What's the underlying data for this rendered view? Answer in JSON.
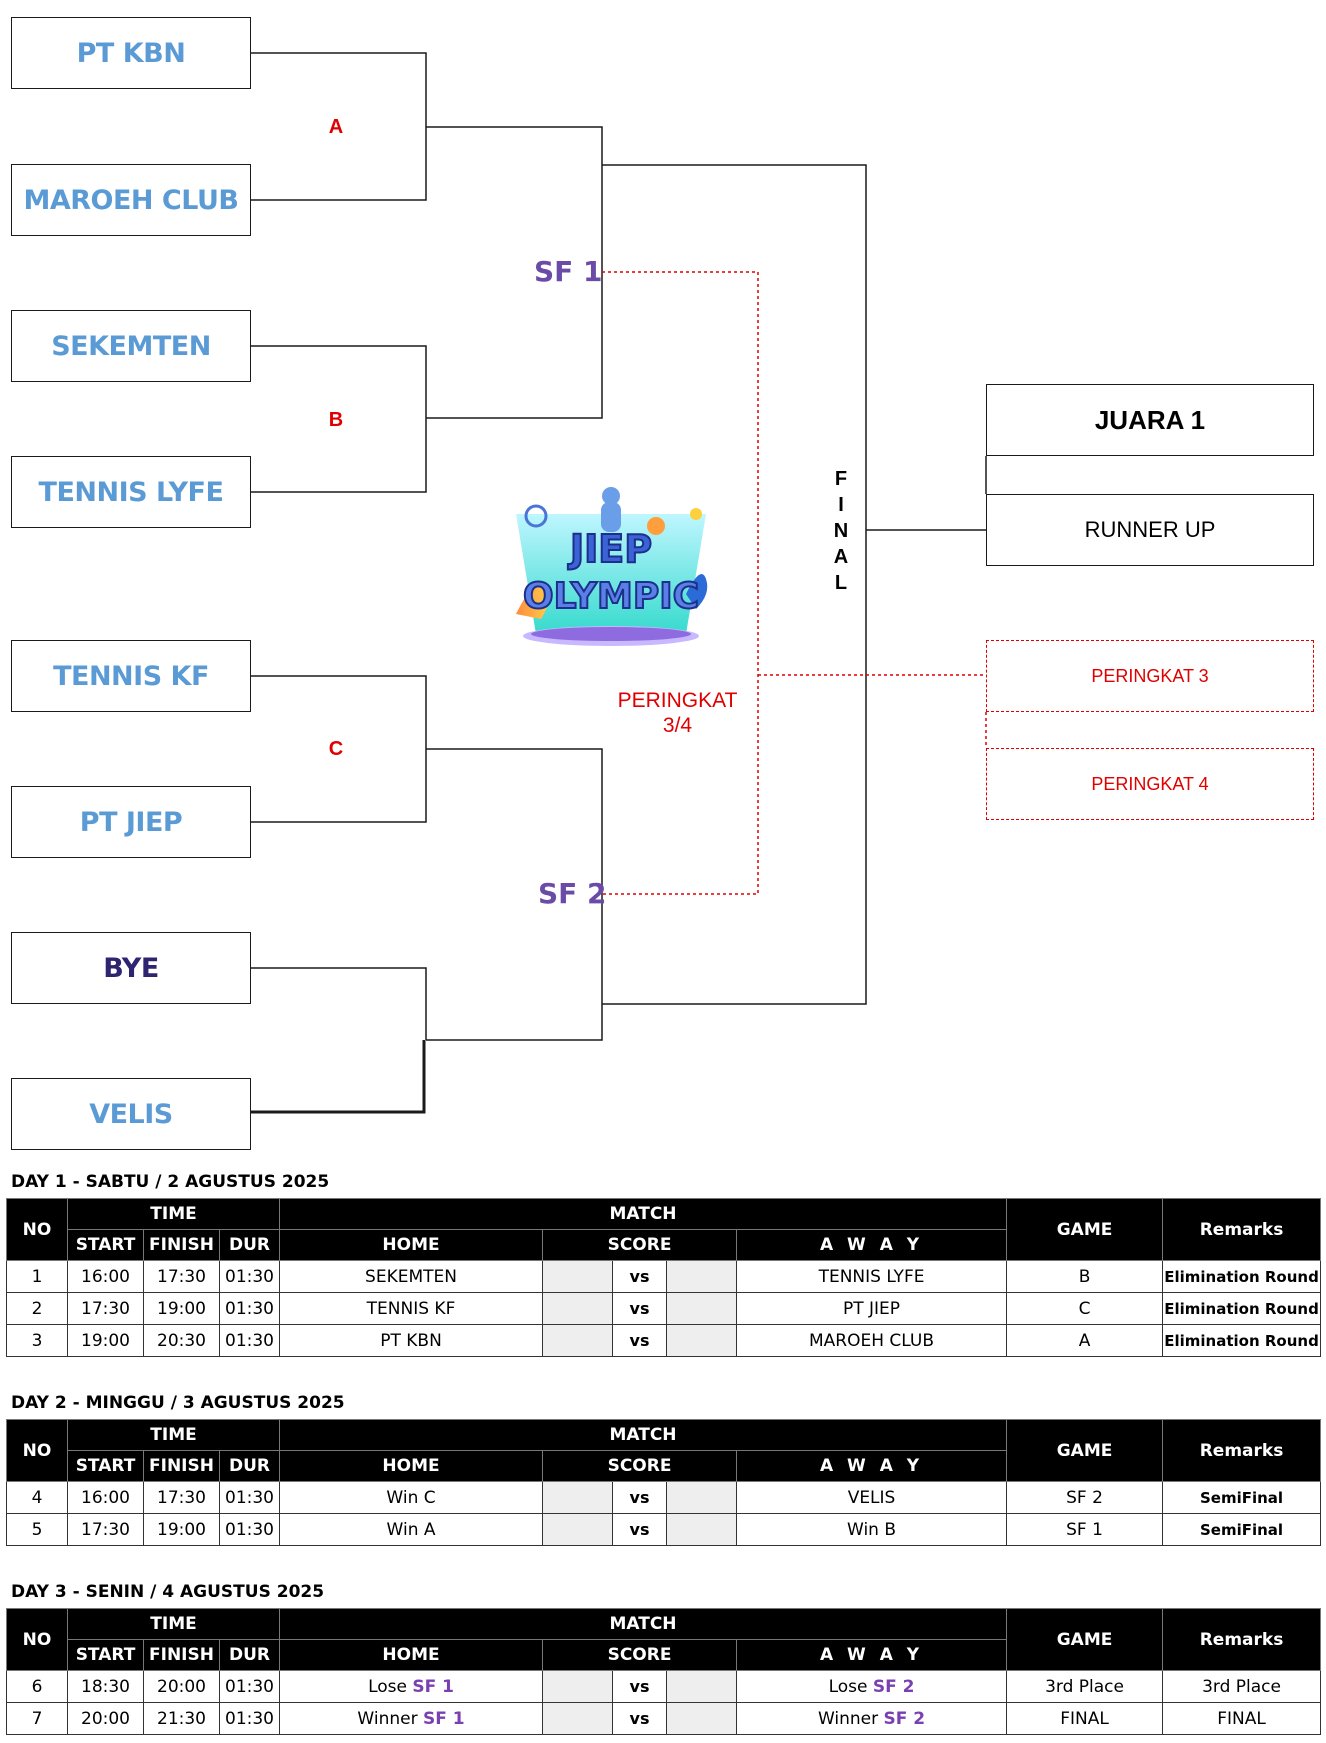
{
  "bracket": {
    "teams": [
      "PT KBN",
      "MAROEH CLUB",
      "SEKEMTEN",
      "TENNIS LYFE",
      "TENNIS KF",
      "PT JIEP",
      "BYE",
      "VELIS"
    ],
    "groups": [
      "A",
      "B",
      "C"
    ],
    "sf1": "SF 1",
    "sf2": "SF 2",
    "final_letters": "F\nI\nN\nA\nL",
    "peringkat34": "PERINGKAT\n3/4",
    "juara1": "JUARA 1",
    "runner_up": "RUNNER UP",
    "peringkat3": "PERINGKAT 3",
    "peringkat4": "PERINGKAT 4",
    "logo_text_1": "JIEP",
    "logo_text_2": "OLYMPIC"
  },
  "headers": {
    "no": "NO",
    "time": "TIME",
    "match": "MATCH",
    "game": "GAME",
    "remarks": "Remarks",
    "start": "START",
    "finish": "FINISH",
    "dur": "DUR",
    "home": "HOME",
    "score": "SCORE",
    "away": "A W A Y"
  },
  "days": [
    {
      "title": "DAY 1 - SABTU / 2 AGUSTUS 2025",
      "rows": [
        {
          "no": "1",
          "start": "16:00",
          "finish": "17:30",
          "dur": "01:30",
          "home": "SEKEMTEN",
          "vs": "vs",
          "away": "TENNIS LYFE",
          "game": "B",
          "remarks": "Elimination Round"
        },
        {
          "no": "2",
          "start": "17:30",
          "finish": "19:00",
          "dur": "01:30",
          "home": "TENNIS KF",
          "vs": "vs",
          "away": "PT JIEP",
          "game": "C",
          "remarks": "Elimination Round"
        },
        {
          "no": "3",
          "start": "19:00",
          "finish": "20:30",
          "dur": "01:30",
          "home": "PT KBN",
          "vs": "vs",
          "away": "MAROEH CLUB",
          "game": "A",
          "remarks": "Elimination Round"
        }
      ]
    },
    {
      "title": "DAY 2  - MINGGU / 3 AGUSTUS 2025",
      "rows": [
        {
          "no": "4",
          "start": "16:00",
          "finish": "17:30",
          "dur": "01:30",
          "home": "Win C",
          "vs": "vs",
          "away": "VELIS",
          "game": "SF 2",
          "remarks": "SemiFinal"
        },
        {
          "no": "5",
          "start": "17:30",
          "finish": "19:00",
          "dur": "01:30",
          "home": "Win A",
          "vs": "vs",
          "away": "Win B",
          "game": "SF 1",
          "remarks": "SemiFinal"
        }
      ]
    },
    {
      "title": "DAY 3 -  SENIN / 4 AGUSTUS 2025",
      "rows": [
        {
          "no": "6",
          "start": "18:30",
          "finish": "20:00",
          "dur": "01:30",
          "home_prefix": "Lose",
          "home_ref": "SF 1",
          "vs": "vs",
          "away_prefix": "Lose",
          "away_ref": "SF 2",
          "game": "3rd Place",
          "remarks": "3rd Place"
        },
        {
          "no": "7",
          "start": "20:00",
          "finish": "21:30",
          "dur": "01:30",
          "home_prefix": "Winner",
          "home_ref": "SF 1",
          "vs": "vs",
          "away_prefix": "Winner",
          "away_ref": "SF 2",
          "game": "FINAL",
          "remarks": "FINAL"
        }
      ]
    }
  ],
  "colors": {
    "team_text": "#5b9bd5",
    "bye_text": "#2e2470",
    "sf_label": "#6a4ca8",
    "accent_red": "#e00000",
    "ref_purple": "#7a3fb0",
    "header_bg": "#000000",
    "score_cell": "#eeeeee"
  }
}
